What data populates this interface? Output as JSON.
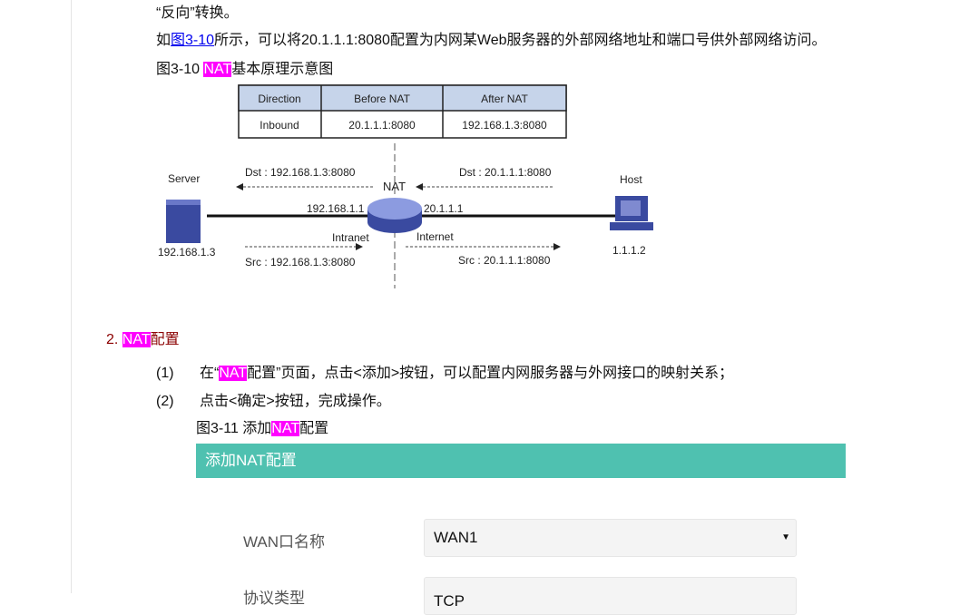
{
  "text": {
    "line1": "“反向”转换。",
    "line2_pre": "如",
    "line2_link": "图3-10",
    "line2_post": "所示，可以将20.1.1.1:8080配置为内网某Web服务器的外部网络地址和端口号供外部网络访问。",
    "fig10_pre": "图3-10 ",
    "fig10_hl": "NAT",
    "fig10_post": "基本原理示意图"
  },
  "diagram": {
    "table": {
      "headers": [
        "Direction",
        "Before NAT",
        "After NAT"
      ],
      "row": [
        "Inbound",
        "20.1.1.1:8080",
        "192.168.1.3:8080"
      ]
    },
    "server": "Server",
    "server_ip": "192.168.1.3",
    "host": "Host",
    "host_ip": "1.1.1.2",
    "nat": "NAT",
    "dst_left": "Dst  : 192.168.1.3:8080",
    "dst_right": "Dst : 20.1.1.1:8080",
    "src_left": "Src  : 192.168.1.3:8080",
    "src_right": "Src  : 20.1.1.1:8080",
    "if_left": "192.168.1.1",
    "if_right": "20.1.1.1",
    "intranet": "Intranet",
    "internet": "Internet"
  },
  "section": {
    "num": "2. ",
    "hl": "NAT",
    "title": "配置"
  },
  "steps": [
    {
      "num": "(1)",
      "pre": "在“",
      "hl": "NAT",
      "post": "配置”页面，点击<添加>按钮，可以配置内网服务器与外网接口的映射关系；"
    },
    {
      "num": "(2)",
      "text": "点击<确定>按钮，完成操作。"
    }
  ],
  "fig11": {
    "pre": "图3-11 添加",
    "hl": "NAT",
    "post": "配置"
  },
  "form": {
    "title": "添加NAT配置",
    "wan_label": "WAN口名称",
    "wan_value": "WAN1",
    "proto_label": "协议类型",
    "proto_value": "TCP"
  },
  "colors": {
    "highlight": "#ff00ff",
    "bar": "#4fc1b0",
    "table_header": "#c6d4ea"
  }
}
